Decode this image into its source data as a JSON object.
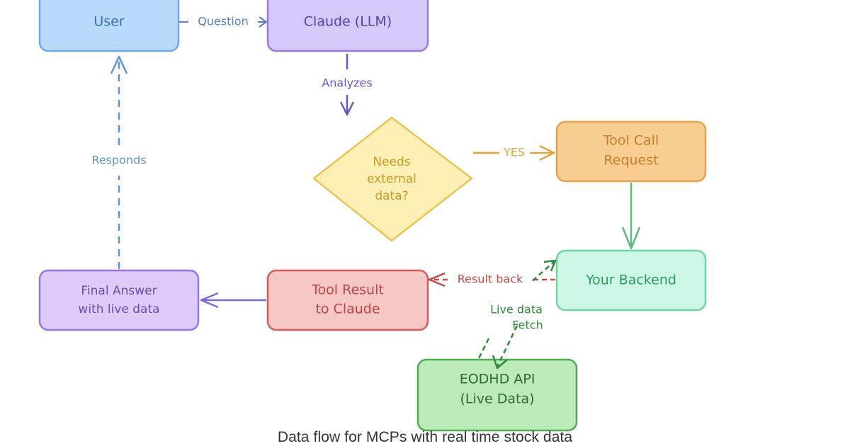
{
  "nodes": {
    "user": "User",
    "claude": "Claude (LLM)",
    "decision": [
      "Needs",
      "external",
      "data?"
    ],
    "tool_call": [
      "Tool Call",
      "Request"
    ],
    "backend": "Your Backend",
    "eodhd": [
      "EODHD API",
      "(Live Data)"
    ],
    "tool_result": [
      "Tool Result",
      "to Claude"
    ],
    "final_answer": [
      "Final Answer",
      "with live data"
    ]
  },
  "edges": {
    "question": "Question",
    "analyzes": "Analyzes",
    "yes": "YES",
    "result_back": "Result back",
    "live_data_fetch": [
      "Live data",
      "Fetch"
    ],
    "responds": "Responds"
  },
  "caption": "Data flow for MCPs with real time stock data"
}
